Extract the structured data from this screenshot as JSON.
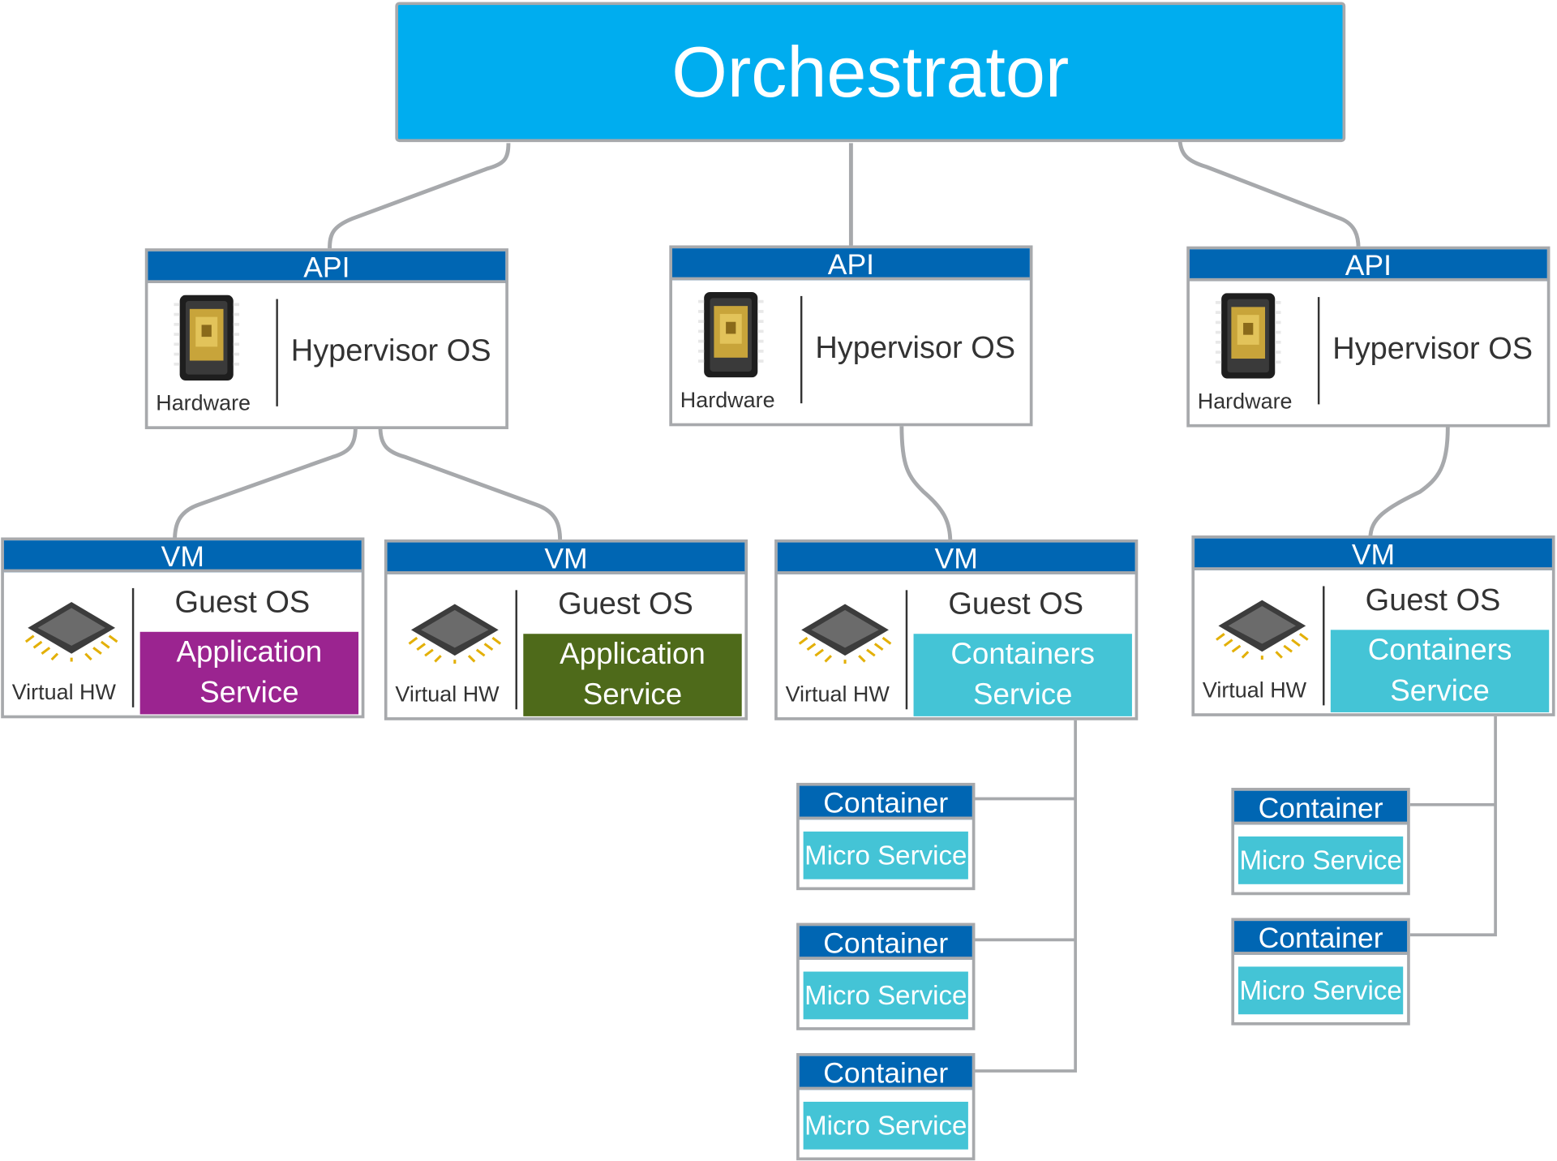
{
  "orchestrator": {
    "label": "Orchestrator"
  },
  "hosts": [
    {
      "header": "API",
      "hardware_label": "Hardware",
      "os_label": "Hypervisor OS"
    },
    {
      "header": "API",
      "hardware_label": "Hardware",
      "os_label": "Hypervisor OS"
    },
    {
      "header": "API",
      "hardware_label": "Hardware",
      "os_label": "Hypervisor OS"
    }
  ],
  "vms": [
    {
      "header": "VM",
      "hw_label": "Virtual HW",
      "os_label": "Guest OS",
      "service_line1": "Application",
      "service_line2": "Service",
      "service_color": "#9b2490"
    },
    {
      "header": "VM",
      "hw_label": "Virtual HW",
      "os_label": "Guest OS",
      "service_line1": "Application",
      "service_line2": "Service",
      "service_color": "#4e6a1a"
    },
    {
      "header": "VM",
      "hw_label": "Virtual HW",
      "os_label": "Guest OS",
      "service_line1": "Containers",
      "service_line2": "Service",
      "service_color": "#44c4d6"
    },
    {
      "header": "VM",
      "hw_label": "Virtual HW",
      "os_label": "Guest OS",
      "service_line1": "Containers",
      "service_line2": "Service",
      "service_color": "#44c4d6"
    }
  ],
  "containers": [
    {
      "header": "Container",
      "service": "Micro Service"
    },
    {
      "header": "Container",
      "service": "Micro Service"
    },
    {
      "header": "Container",
      "service": "Micro Service"
    },
    {
      "header": "Container",
      "service": "Micro Service"
    },
    {
      "header": "Container",
      "service": "Micro Service"
    }
  ],
  "colors": {
    "orchestrator": "#00adef",
    "header_bar": "#0066b3",
    "border": "#a7a9ac",
    "micro_service": "#44c4d6",
    "icon_hardware": "hardware-chip-icon",
    "icon_virtual_hw": "virtual-hw-chip-icon"
  }
}
